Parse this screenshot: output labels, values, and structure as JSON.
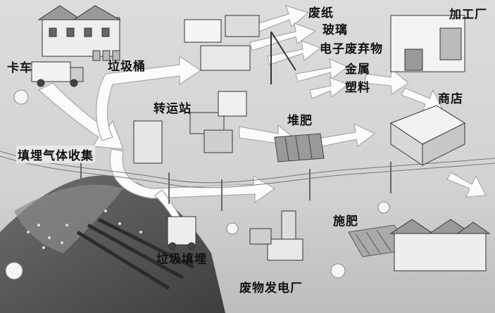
{
  "labels": {
    "truck": "卡车",
    "trash_bin": "垃圾桶",
    "transfer_station": "转运站",
    "landfill_gas": "填埋气体收集",
    "landfill": "垃圾填埋",
    "waste_power_plant": "废物发电厂",
    "compost": "堆肥",
    "fertilize": "施肥",
    "waste_paper": "废纸",
    "glass": "玻璃",
    "e_waste": "电子废弃物",
    "metal": "金属",
    "plastic": "塑料",
    "processing_plant": "加工厂",
    "shop": "商店"
  },
  "colors": {
    "arrow": "#ffffff",
    "arrow_outline": "#9a9a9a",
    "ground": "#d4d4d4",
    "landfill_dark": "#555555"
  }
}
